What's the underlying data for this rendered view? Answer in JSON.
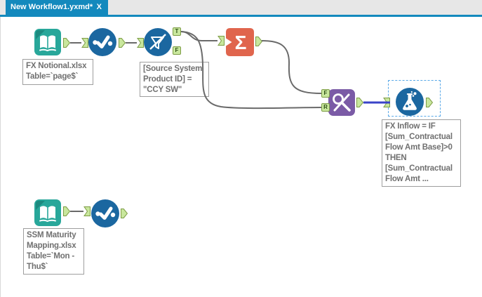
{
  "tab": {
    "title": "New Workflow1.yxmd*",
    "close_glyph": "X"
  },
  "glyphs": {
    "sigma": "Σ"
  },
  "anchor_labels": {
    "t": "T",
    "f": "F",
    "r": "R"
  },
  "tools": [
    {
      "name": "input-data-fx-notional",
      "tool": "Input Data",
      "annotation": "FX Notional.xlsx\nTable=`page$`"
    },
    {
      "name": "select-1",
      "tool": "Select",
      "annotation": ""
    },
    {
      "name": "filter",
      "tool": "Filter",
      "annotation": "[Source System\nProduct ID] =\n\"CCY SW\""
    },
    {
      "name": "summarize",
      "tool": "Summarize",
      "annotation": ""
    },
    {
      "name": "find-replace",
      "tool": "Find Replace",
      "annotation": ""
    },
    {
      "name": "formula",
      "tool": "Formula",
      "selected": true,
      "annotation": "FX Inflow = IF\n[Sum_Contractual\nFlow Amt Base]>0\nTHEN\n[Sum_Contractual\nFlow Amt ..."
    },
    {
      "name": "input-data-ssm",
      "tool": "Input Data",
      "annotation": "SSM Maturity\nMapping.xlsx\nTable=`Mon -\nThu$`"
    },
    {
      "name": "select-2",
      "tool": "Select",
      "annotation": ""
    }
  ],
  "colors": {
    "tab_blue": "#1389bd",
    "tabbar_bg": "#e7e7e7",
    "canvas_bg": "#ffffff",
    "wire_gray": "#6a6a6a",
    "wire_selected_blue": "#3a43c8",
    "selection_dash_blue": "#58a8e8",
    "anchor_green": "#c9e79d",
    "anchor_border_green": "#7d9c45",
    "input_tool_teal": "#28a79a",
    "blue_tool": "#1b67a0",
    "summarize_coral": "#e0654d",
    "find_replace_purple": "#7b5ba6",
    "annotation_text": "#707070"
  }
}
